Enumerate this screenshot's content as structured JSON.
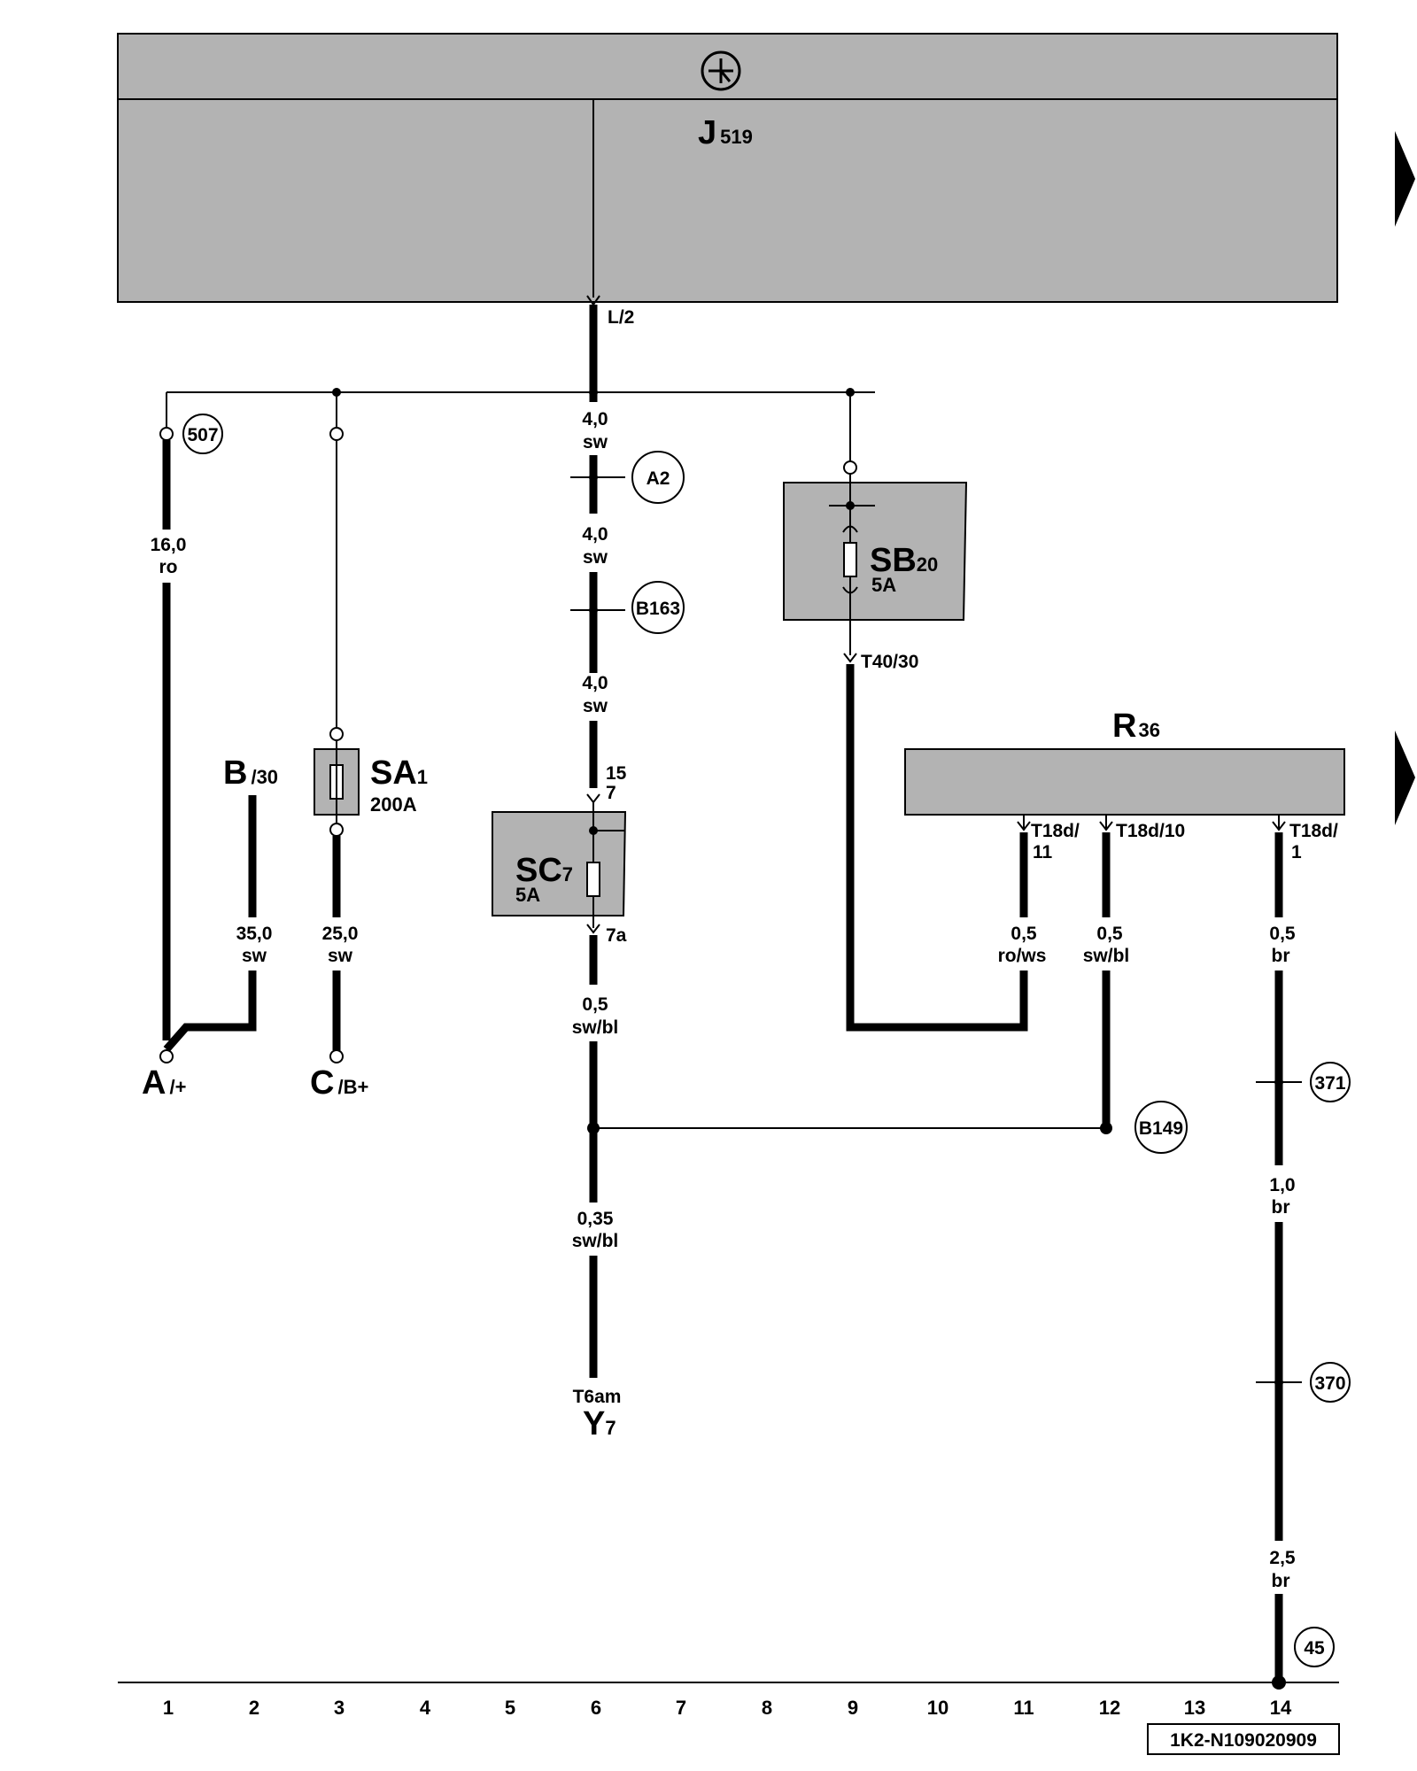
{
  "control_unit": {
    "name": "J",
    "sub": "519",
    "pin": "L/2"
  },
  "relay": {
    "name": "R",
    "sub": "36"
  },
  "fuses": {
    "sa1": {
      "name": "SA",
      "sub": "1",
      "rating": "200A"
    },
    "sb20": {
      "name": "SB",
      "sub": "20",
      "rating": "5A",
      "out_pin": "T40/30"
    },
    "sc7": {
      "name": "SC",
      "sub": "7",
      "rating": "5A",
      "in_pin_a": "15",
      "in_pin_b": "7",
      "out_pin": "7a"
    }
  },
  "terminals": {
    "a": {
      "name": "A",
      "sub": "/+"
    },
    "b": {
      "name": "B",
      "sub": "/30"
    },
    "c": {
      "name": "C",
      "sub": "/B+"
    },
    "y7": {
      "conn": "T6am",
      "name": "Y",
      "sub": "7"
    }
  },
  "relay_pins": {
    "p11_a": "T18d/",
    "p11_b": "11",
    "p10": "T18d/10",
    "p1_a": "T18d/",
    "p1_b": "1"
  },
  "wires": {
    "w1": {
      "size": "16,0",
      "color": "ro"
    },
    "w2": {
      "size": "35,0",
      "color": "sw"
    },
    "w3": {
      "size": "25,0",
      "color": "sw"
    },
    "w6a": {
      "size": "4,0",
      "color": "sw"
    },
    "w6b": {
      "size": "4,0",
      "color": "sw"
    },
    "w6c": {
      "size": "4,0",
      "color": "sw"
    },
    "w6d": {
      "size": "0,5",
      "color": "sw/bl"
    },
    "w6e": {
      "size": "0,35",
      "color": "sw/bl"
    },
    "w11": {
      "size": "0,5",
      "color": "ro/ws"
    },
    "w12": {
      "size": "0,5",
      "color": "sw/bl"
    },
    "w14a": {
      "size": "0,5",
      "color": "br"
    },
    "w14b": {
      "size": "1,0",
      "color": "br"
    },
    "w14c": {
      "size": "2,5",
      "color": "br"
    }
  },
  "references": {
    "r507": "507",
    "a2": "A2",
    "b163": "B163",
    "b149": "B149",
    "r371": "371",
    "r370": "370",
    "r45": "45"
  },
  "columns": [
    "1",
    "2",
    "3",
    "4",
    "5",
    "6",
    "7",
    "8",
    "9",
    "10",
    "11",
    "12",
    "13",
    "14"
  ],
  "diagram_id": "1K2-N109020909",
  "colors": {
    "component_fill": "#b3b3b3",
    "line": "#000000",
    "background": "#ffffff"
  }
}
